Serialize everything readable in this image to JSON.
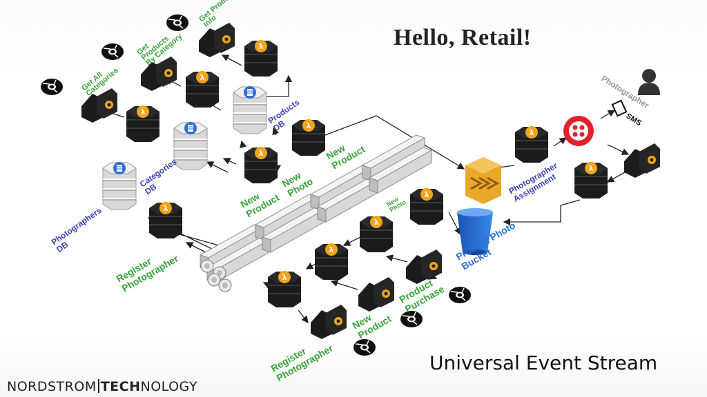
{
  "title": "Hello, Retail!",
  "caption": "Universal Event Stream",
  "branding": {
    "left": "NORDSTROM",
    "right_bold": "TECH",
    "right_rest": "NOLOGY"
  },
  "labels": {
    "get_all_categories": [
      "Get All",
      "Categories"
    ],
    "get_products_by_category": [
      "Get",
      "Products",
      "By Category"
    ],
    "get_product_info": [
      "Get Product",
      "Info"
    ],
    "products_db": [
      "Products",
      "DB"
    ],
    "categories_db": [
      "Categories",
      "DB"
    ],
    "photographers_db": [
      "Photographers",
      "DB"
    ],
    "new_product_top": [
      "New",
      "Product"
    ],
    "new_photo_top": [
      "New",
      "Photo"
    ],
    "new_product_left": [
      "New",
      "Product"
    ],
    "new_photo_small": [
      "New",
      "Photo"
    ],
    "register_photographer_top": [
      "Register",
      "Photographer"
    ],
    "photographer_assignment": [
      "Photographer",
      "Assignment"
    ],
    "product_photo_bucket": [
      "Product Photo",
      "Bucket"
    ],
    "photographer": "Photographer",
    "sms": "SMS",
    "product_purchase": [
      "Product",
      "Purchase"
    ],
    "new_product_bottom": [
      "New",
      "Product"
    ],
    "register_photographer_bottom": [
      "Register",
      "Photographer"
    ]
  },
  "colors": {
    "green": "#3aa33a",
    "blue": "#3a43b4",
    "lambda": "#f2a51a",
    "node": "#1e1e1e",
    "twilio": "#e4212b",
    "bucket": "#2a6fd6",
    "step": "#e9a82a"
  },
  "icons": [
    "lambda-icon",
    "dynamodb-table-icon",
    "api-gateway-icon",
    "browser-icon",
    "step-functions-icon",
    "s3-bucket-icon",
    "twilio-icon",
    "person-icon",
    "phone-icon",
    "kinesis-stream-icon"
  ]
}
